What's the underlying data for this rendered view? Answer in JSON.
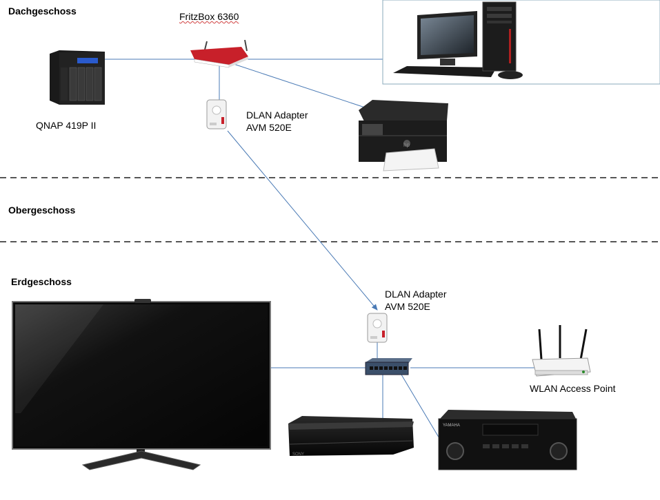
{
  "floors": {
    "dachgeschoss": "Dachgeschoss",
    "obergeschoss": "Obergeschoss",
    "erdgeschoss": "Erdgeschoss"
  },
  "devices": {
    "router": "FritzBox 6360",
    "nas": "QNAP 419P II",
    "dlan_top_line1": "DLAN Adapter",
    "dlan_top_line2": "AVM 520E",
    "dlan_bottom_line1": "DLAN Adapter",
    "dlan_bottom_line2": "AVM 520E",
    "access_point": "WLAN Access Point"
  },
  "logos": {
    "console": "SONY",
    "receiver": "YAMAHA",
    "printer": "hp"
  },
  "colors": {
    "link": "#4a7ab5",
    "floor_separator": "#555555"
  }
}
